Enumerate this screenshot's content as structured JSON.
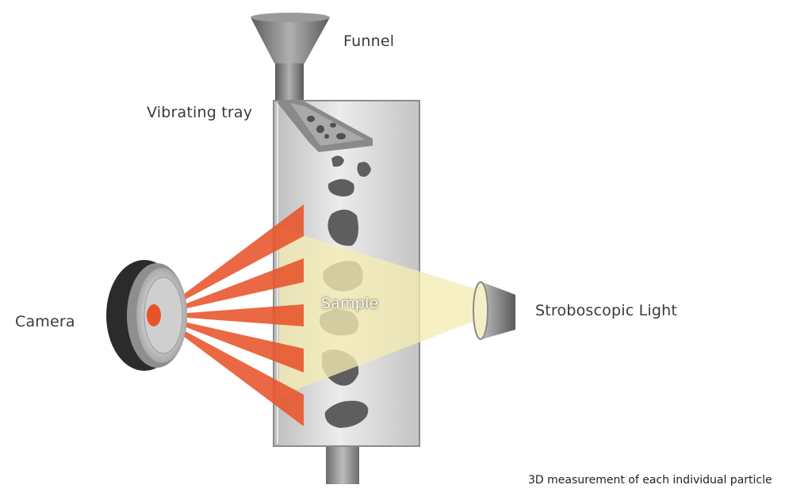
{
  "labels": {
    "funnel": "Funnel",
    "vibrating_tray": "Vibrating tray",
    "camera": "Camera",
    "sample": "Sample",
    "stroboscopic_light": "Stroboscopic Light",
    "caption": "3D measurement of each individual particle"
  },
  "colors": {
    "chamber_fill": "#d6d6d6",
    "chamber_edge": "#8c8c8c",
    "camera_beam": "#e8542a",
    "light_beam": "#f3ecb4",
    "particle": "#5e5e5e",
    "label_text": "#3a3a3a"
  }
}
